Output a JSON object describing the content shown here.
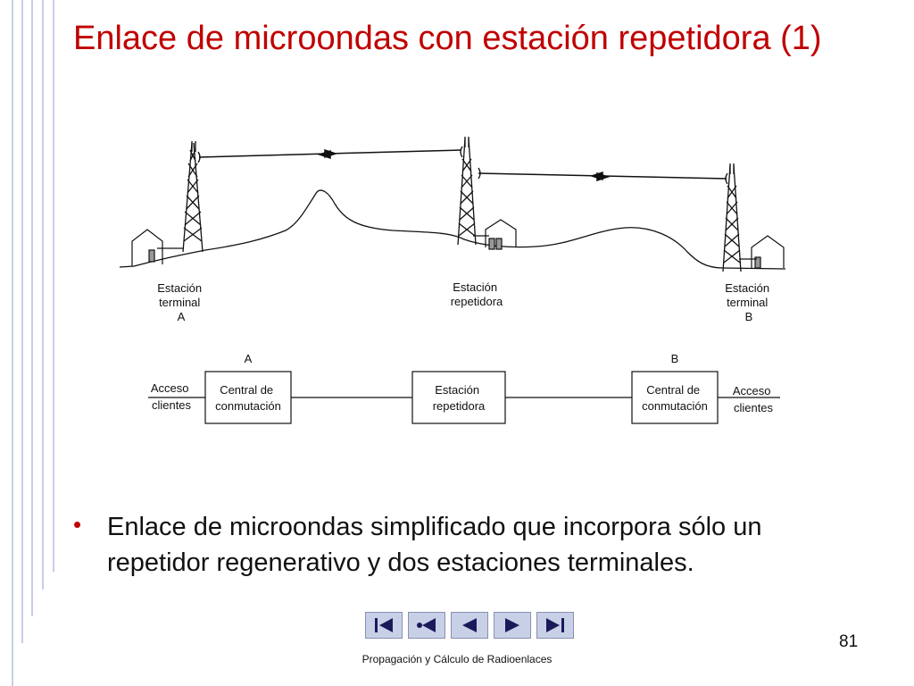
{
  "slide": {
    "title": "Enlace de microondas con estación repetidora (1)",
    "page_number": "81",
    "footer": "Propagación y Cálculo de Radioenlaces"
  },
  "diagram": {
    "stations": {
      "a": [
        "Estación",
        "terminal",
        "A"
      ],
      "rep": [
        "Estación",
        "repetidora"
      ],
      "b": [
        "Estación",
        "terminal",
        "B"
      ]
    },
    "block": {
      "label_a": "A",
      "label_b": "B",
      "access_left": [
        "Acceso",
        "clientes"
      ],
      "central_a": [
        "Central de",
        "conmutación"
      ],
      "repeater": [
        "Estación",
        "repetidora"
      ],
      "central_b": [
        "Central de",
        "conmutación"
      ],
      "access_right": [
        "Acceso",
        "clientes"
      ]
    }
  },
  "bullets": [
    "Enlace de microondas simplificado que incorpora sólo un repetidor regenerativo y dos estaciones terminales."
  ],
  "nav": {
    "buttons": [
      "first-page-icon",
      "back-return-icon",
      "previous-icon",
      "next-icon",
      "last-page-icon"
    ]
  },
  "colors": {
    "title": "#c00000",
    "left_rules": "#c8cde8",
    "nav_button": "#c8d0e8",
    "nav_icon": "#1a1a5a"
  }
}
